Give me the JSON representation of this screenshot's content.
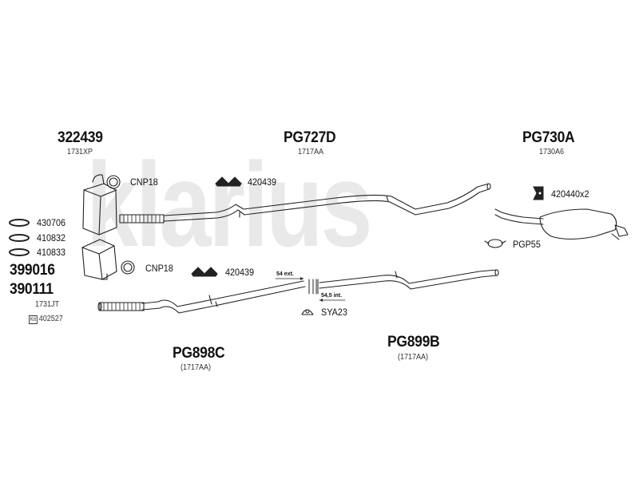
{
  "brand": {
    "watermark": "klarius"
  },
  "top": {
    "left": {
      "part": "322439",
      "ref": "1731XP"
    },
    "center": {
      "part": "PG727D",
      "ref": "1717AA"
    },
    "right": {
      "part": "PG730A",
      "ref": "1730A6"
    }
  },
  "bottom": {
    "left": {
      "part": "PG898C",
      "ref": "(1717AA)"
    },
    "center": {
      "part": "PG899B",
      "ref": "(1717AA)"
    }
  },
  "fittings": {
    "clamp_top": "CNP18",
    "clamp_bottom": "CNP18",
    "hanger_top": "420439",
    "hanger_bottom": "420439",
    "hanger_right": "420440x2",
    "gasket_right": "PGP55",
    "mount": "SYA23"
  },
  "gaskets": [
    "430706",
    "410832",
    "410833"
  ],
  "catalyst": {
    "part1": "399016",
    "part2": "390111",
    "ref": "1731JT",
    "kit_label": "Kit",
    "kit_number": "402527"
  },
  "annotations": {
    "ext": "54 ext.",
    "int": "54,5 int."
  }
}
